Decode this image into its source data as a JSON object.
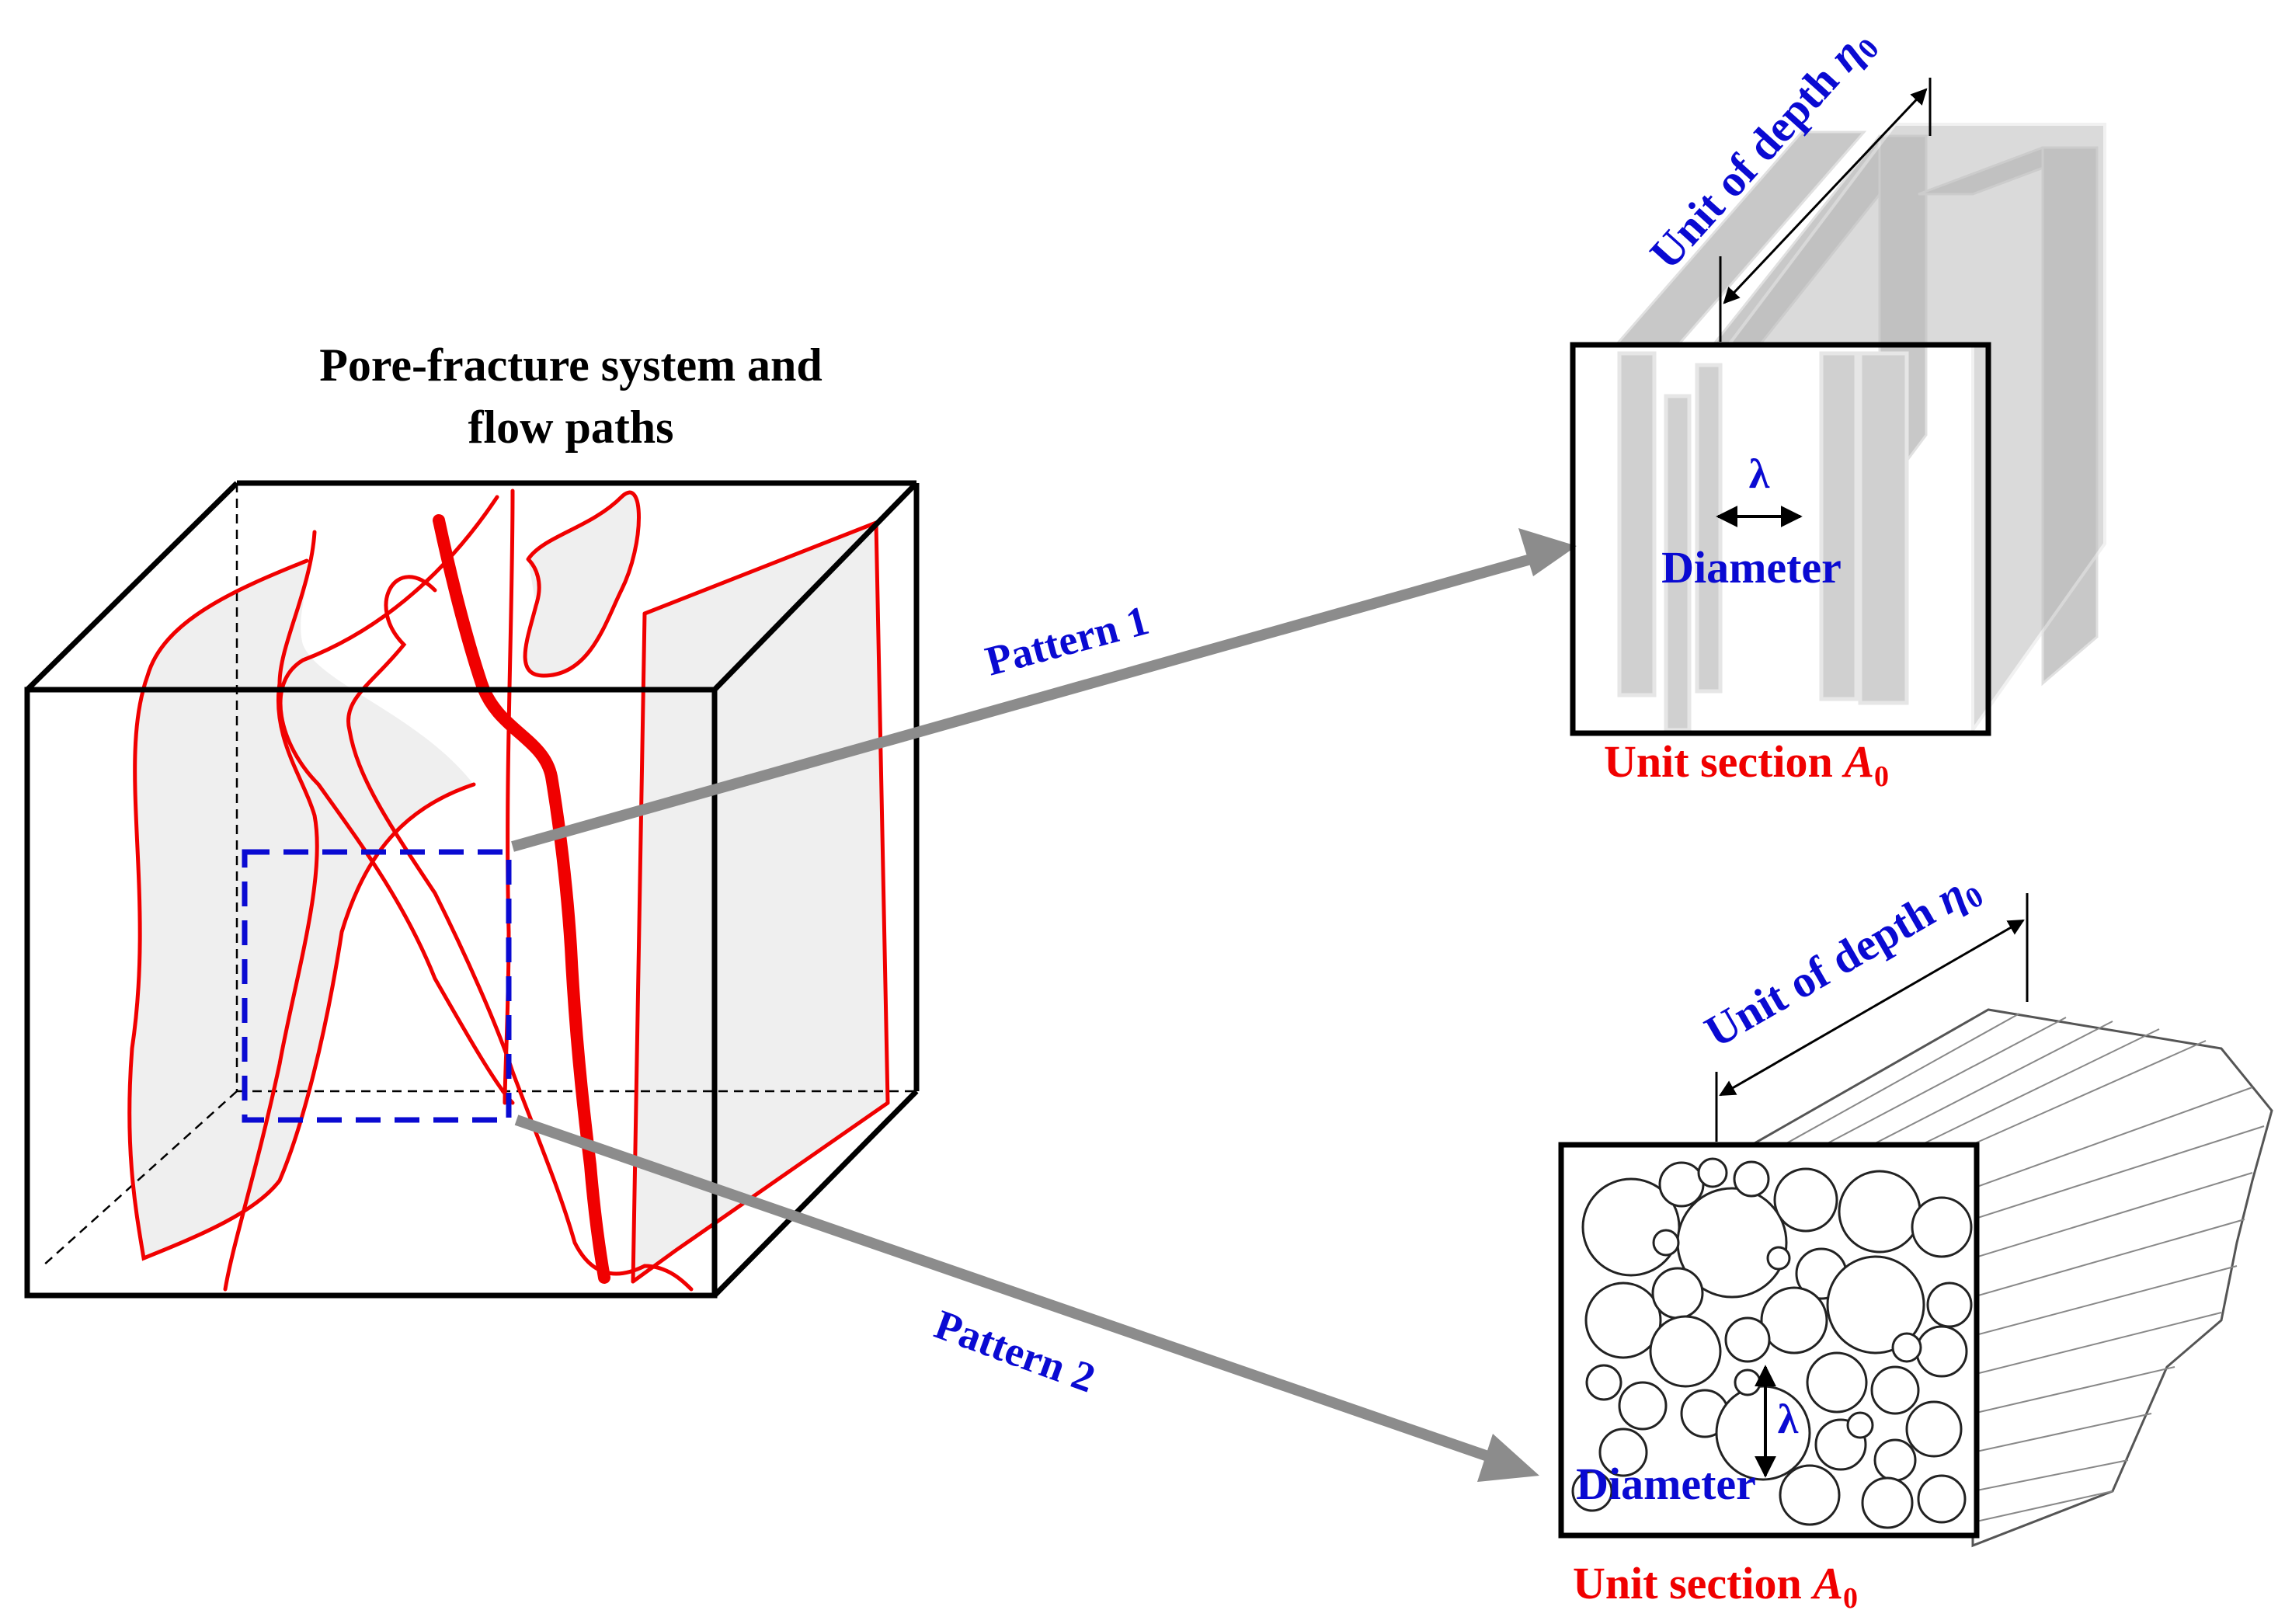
{
  "title": {
    "line1": "Pore-fracture system and",
    "line2": "flow paths"
  },
  "pattern1": {
    "label": "Pattern 1",
    "depth_label": "Unit of depth ",
    "depth_symbol": "η",
    "depth_sub": "0",
    "lambda": "λ",
    "diameter": "Diameter",
    "section_label": "Unit section ",
    "section_symbol": "A",
    "section_sub": "0"
  },
  "pattern2": {
    "label": "Pattern 2",
    "depth_label": "Unit of depth ",
    "depth_symbol": "η",
    "depth_sub": "0",
    "lambda": "λ",
    "diameter": "Diameter",
    "section_label": "Unit section ",
    "section_symbol": "A",
    "section_sub": "0"
  },
  "colors": {
    "flow_path": "#f00000",
    "label_blue": "#0a0ad2",
    "arrow_gray": "#8c8c8c",
    "plate_gray": "#c8c8c8",
    "fracture_fill": "#efefef"
  }
}
